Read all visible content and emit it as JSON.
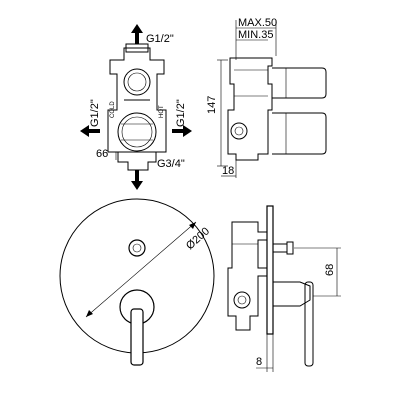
{
  "top_view": {
    "port_top": "G1/2\"",
    "port_left": "G1/2\"",
    "port_right": "G1/2\"",
    "port_bottom": "G3/4\"",
    "dim_width": "66",
    "body_mark_left": "COLD",
    "body_mark_right": "HOT"
  },
  "side_view": {
    "dim_max": "MAX.50",
    "dim_min": "MIN.35",
    "dim_height": "147",
    "dim_depth": "18"
  },
  "front_view": {
    "dim_diameter": "Ø200"
  },
  "bottom_side_view": {
    "dim_height": "68",
    "dim_depth": "8"
  }
}
